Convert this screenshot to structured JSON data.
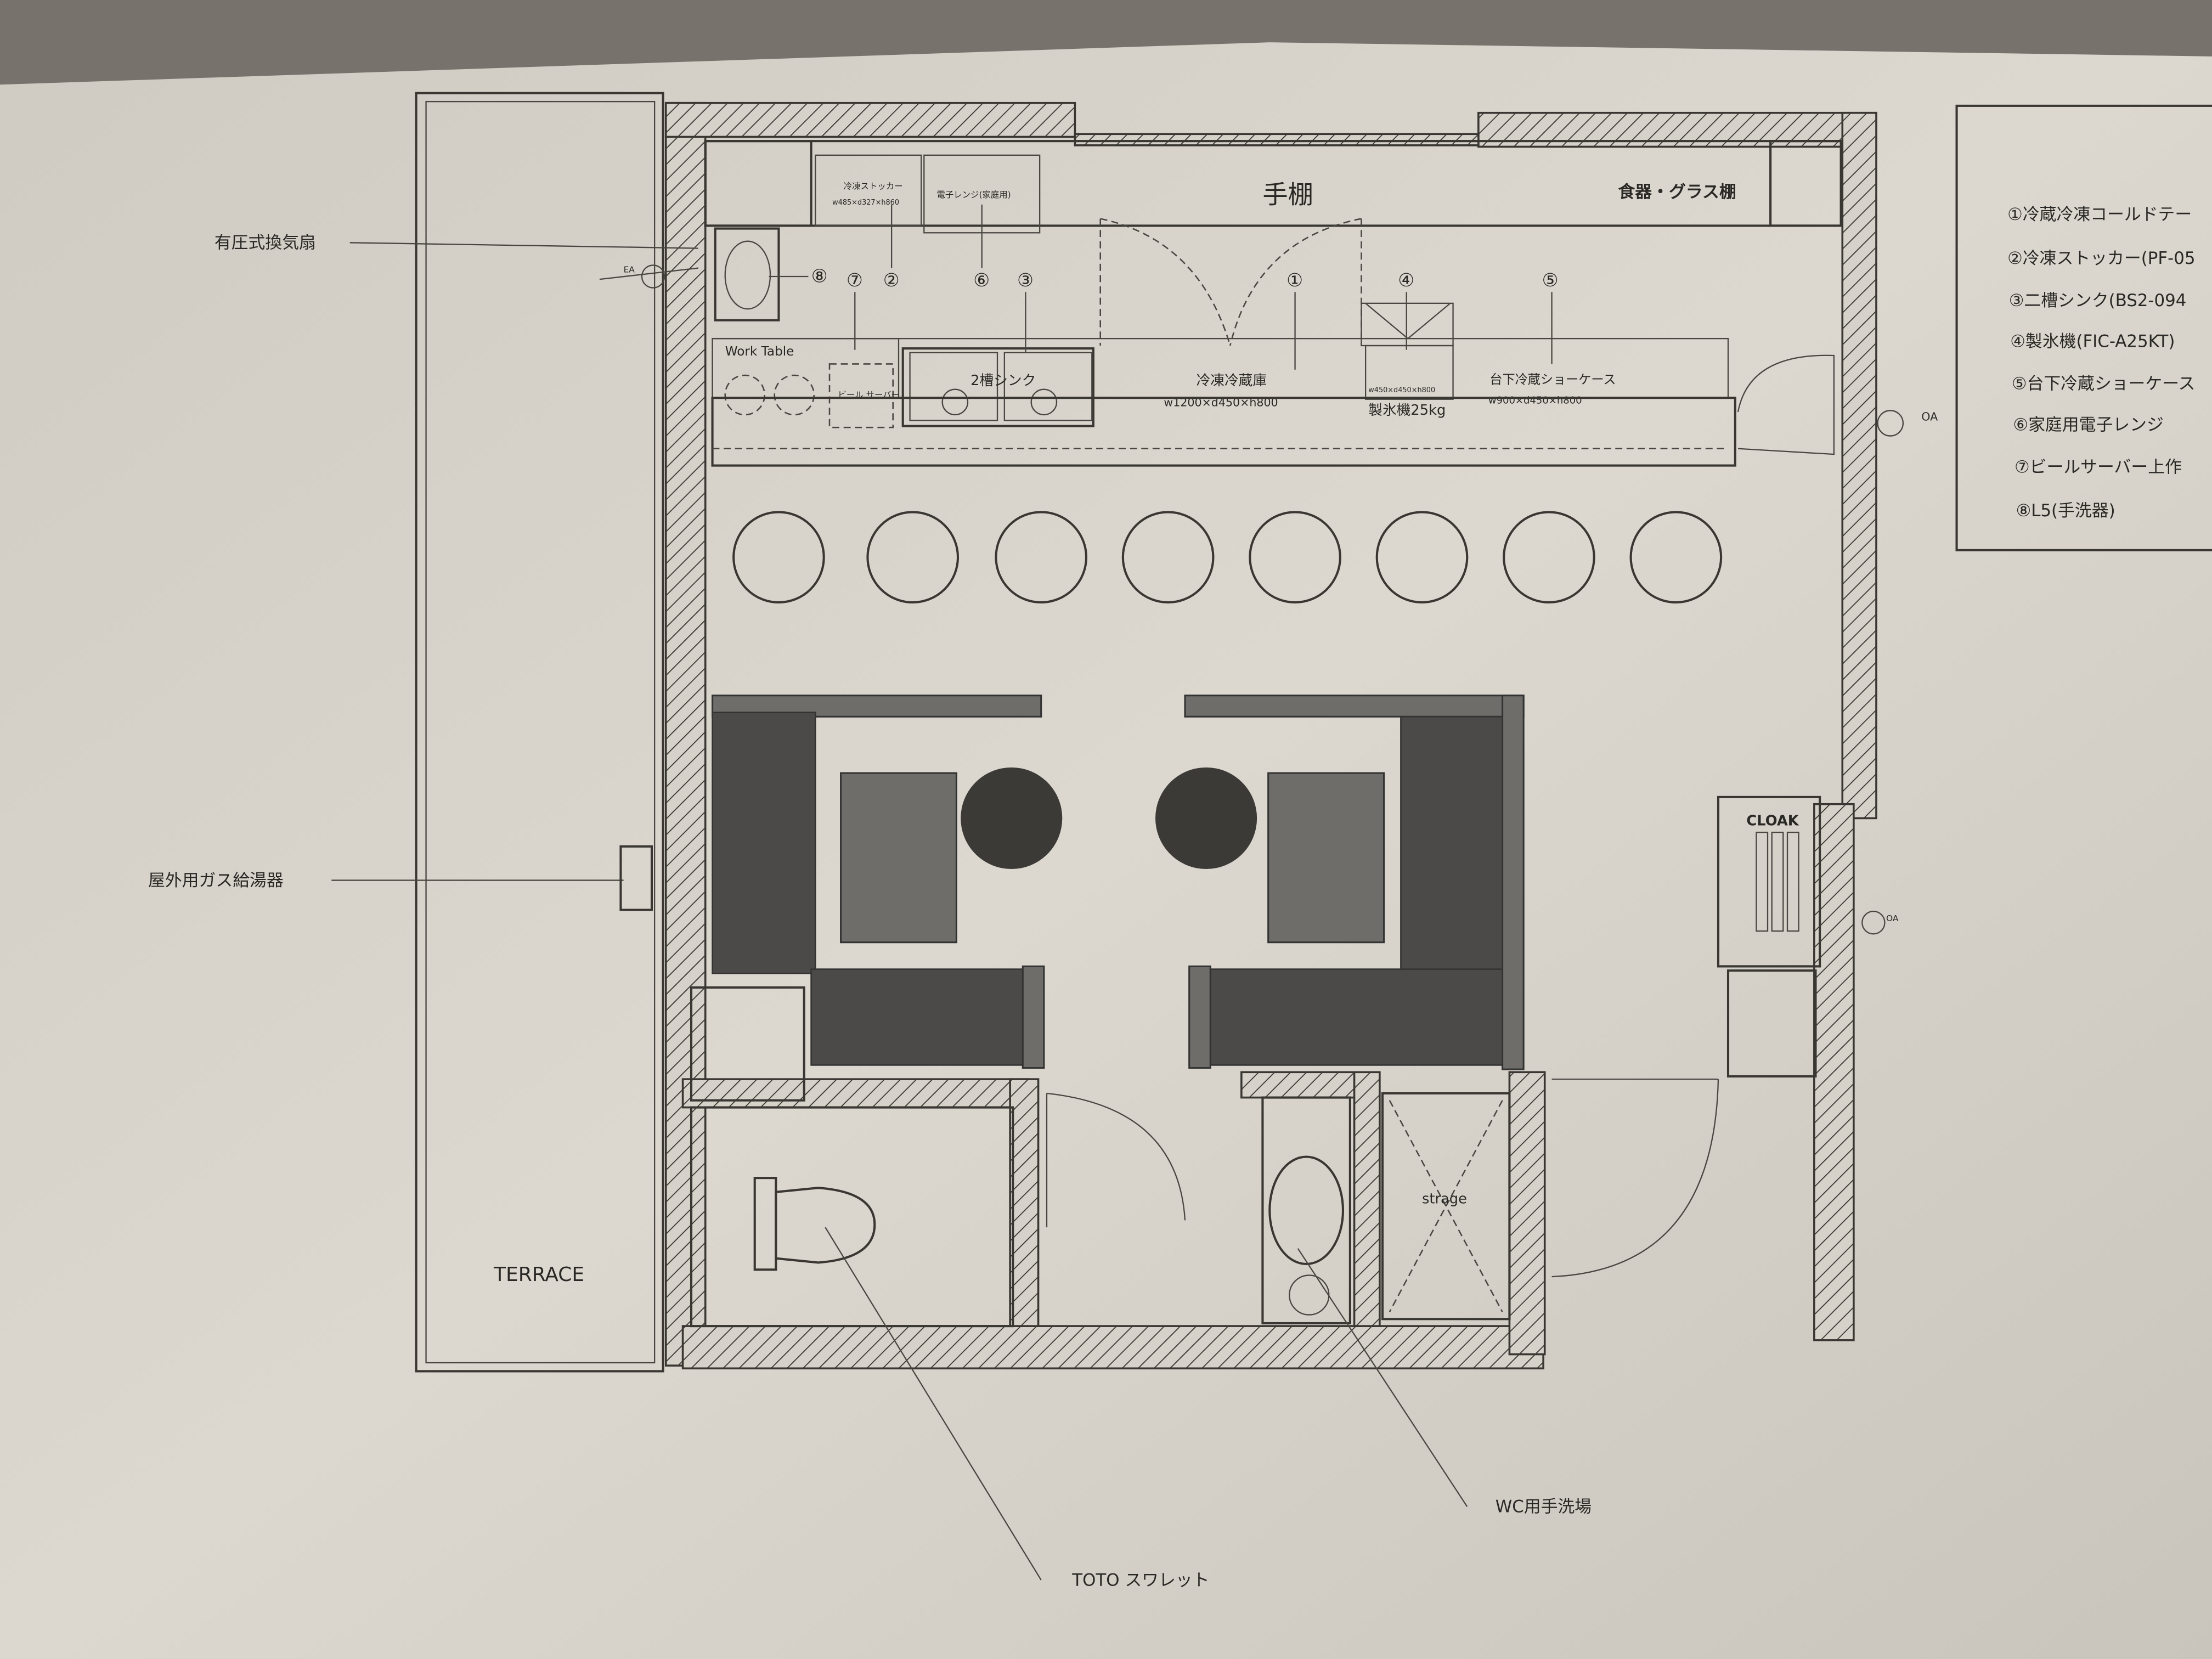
{
  "annotations": {
    "exhaust_fan": "有圧式換気扇",
    "gas_water_heater": "屋外用ガス給湯器",
    "terrace": "TERRACE",
    "toilet": "TOTO スワレット",
    "wc_handwash": "WC用手洗場"
  },
  "rooms": {
    "storage": "strage",
    "cloak": "CLOAK"
  },
  "kitchen": {
    "upper_shelf": "手棚",
    "dish_glass_shelf": "食器・グラス棚",
    "work_table": "Work Table",
    "sink_label": "2槽シンク",
    "fridge_label": "冷凍冷蔵庫",
    "fridge_dims": "w1200×d450×h800",
    "ice_maker_label": "製氷機25kg",
    "ice_maker_dims": "w450×d450×h800",
    "showcase_label": "台下冷蔵ショーケース",
    "showcase_dims": "w900×d450×h800",
    "stocker_label": "冷凍ストッカー",
    "stocker_dims": "w485×d327×h860",
    "microwave_label": "電子レンジ(家庭用)",
    "beer_server_label": "ビール サーバー",
    "ea": "EA",
    "oa_top": "OA",
    "oa_cloak": "OA"
  },
  "markers": [
    "①",
    "②",
    "③",
    "④",
    "⑤",
    "⑥",
    "⑦",
    "⑧"
  ],
  "legend": {
    "items": [
      "①冷蔵冷凍コールドテー",
      "②冷凍ストッカー(PF-05",
      "③二槽シンク(BS2-094",
      "④製氷機(FIC-A25KT)",
      "⑤台下冷蔵ショーケース",
      "⑥家庭用電子レンジ",
      "⑦ビールサーバー上作",
      "⑧L5(手洗器)"
    ]
  }
}
